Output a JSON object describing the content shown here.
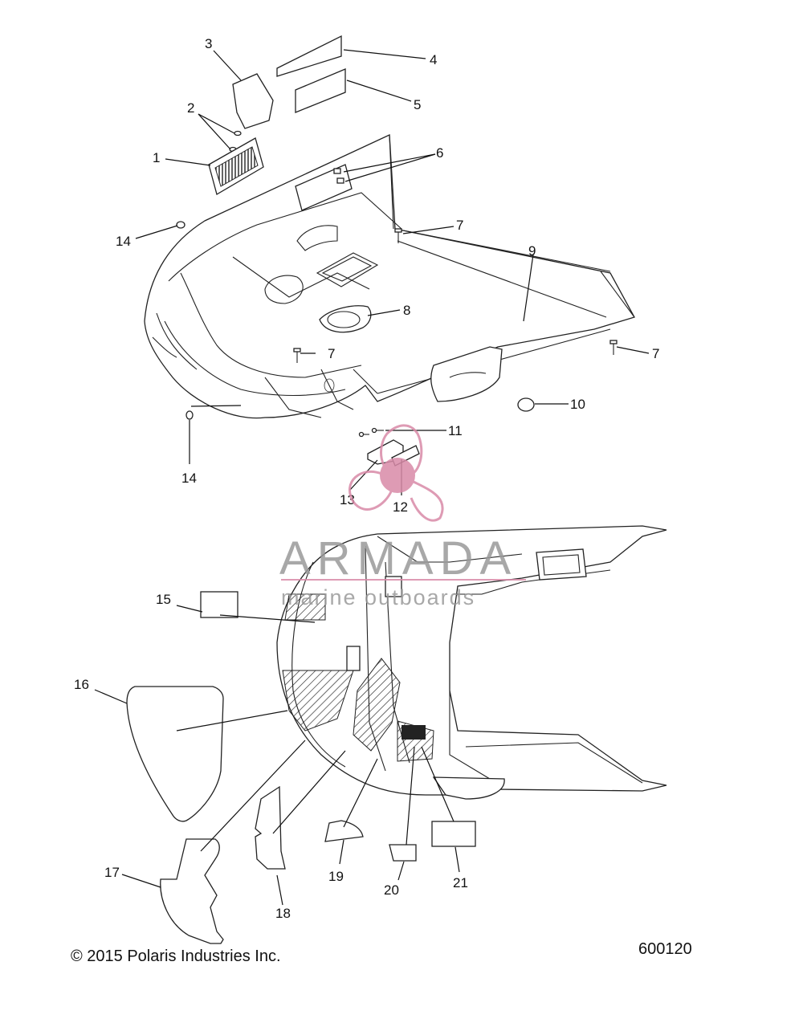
{
  "callouts": [
    {
      "id": "1",
      "text": "1"
    },
    {
      "id": "2",
      "text": "2"
    },
    {
      "id": "3",
      "text": "3"
    },
    {
      "id": "4",
      "text": "4"
    },
    {
      "id": "5",
      "text": "5"
    },
    {
      "id": "6",
      "text": "6"
    },
    {
      "id": "7a",
      "text": "7"
    },
    {
      "id": "7b",
      "text": "7"
    },
    {
      "id": "7c",
      "text": "7"
    },
    {
      "id": "8",
      "text": "8"
    },
    {
      "id": "9",
      "text": "9"
    },
    {
      "id": "10",
      "text": "10"
    },
    {
      "id": "11",
      "text": "11"
    },
    {
      "id": "12",
      "text": "12"
    },
    {
      "id": "13",
      "text": "13"
    },
    {
      "id": "14a",
      "text": "14"
    },
    {
      "id": "14b",
      "text": "14"
    },
    {
      "id": "15",
      "text": "15"
    },
    {
      "id": "16",
      "text": "16"
    },
    {
      "id": "17",
      "text": "17"
    },
    {
      "id": "18",
      "text": "18"
    },
    {
      "id": "19",
      "text": "19"
    },
    {
      "id": "20",
      "text": "20"
    },
    {
      "id": "21",
      "text": "21"
    }
  ],
  "watermark": {
    "brand": "ARMADA",
    "tagline": "marine outboards",
    "color": "#d98aa8"
  },
  "footer": {
    "copyright": "© 2015 Polaris Industries Inc.",
    "diagram_number": "600120"
  }
}
